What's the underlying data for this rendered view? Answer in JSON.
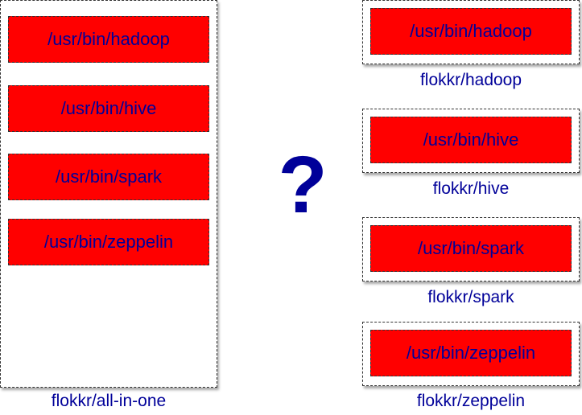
{
  "all_in_one": {
    "binaries": [
      "/usr/bin/hadoop",
      "/usr/bin/hive",
      "/usr/bin/spark",
      "/usr/bin/zeppelin"
    ],
    "caption": "flokkr/all-in-one"
  },
  "question_mark": "?",
  "separate_images": [
    {
      "binary": "/usr/bin/hadoop",
      "caption": "flokkr/hadoop"
    },
    {
      "binary": "/usr/bin/hive",
      "caption": "flokkr/hive"
    },
    {
      "binary": "/usr/bin/spark",
      "caption": "flokkr/spark"
    },
    {
      "binary": "/usr/bin/zeppelin",
      "caption": "flokkr/zeppelin"
    }
  ],
  "colors": {
    "binary_fill": "#ff0000",
    "text": "#000099",
    "border": "#333333"
  }
}
